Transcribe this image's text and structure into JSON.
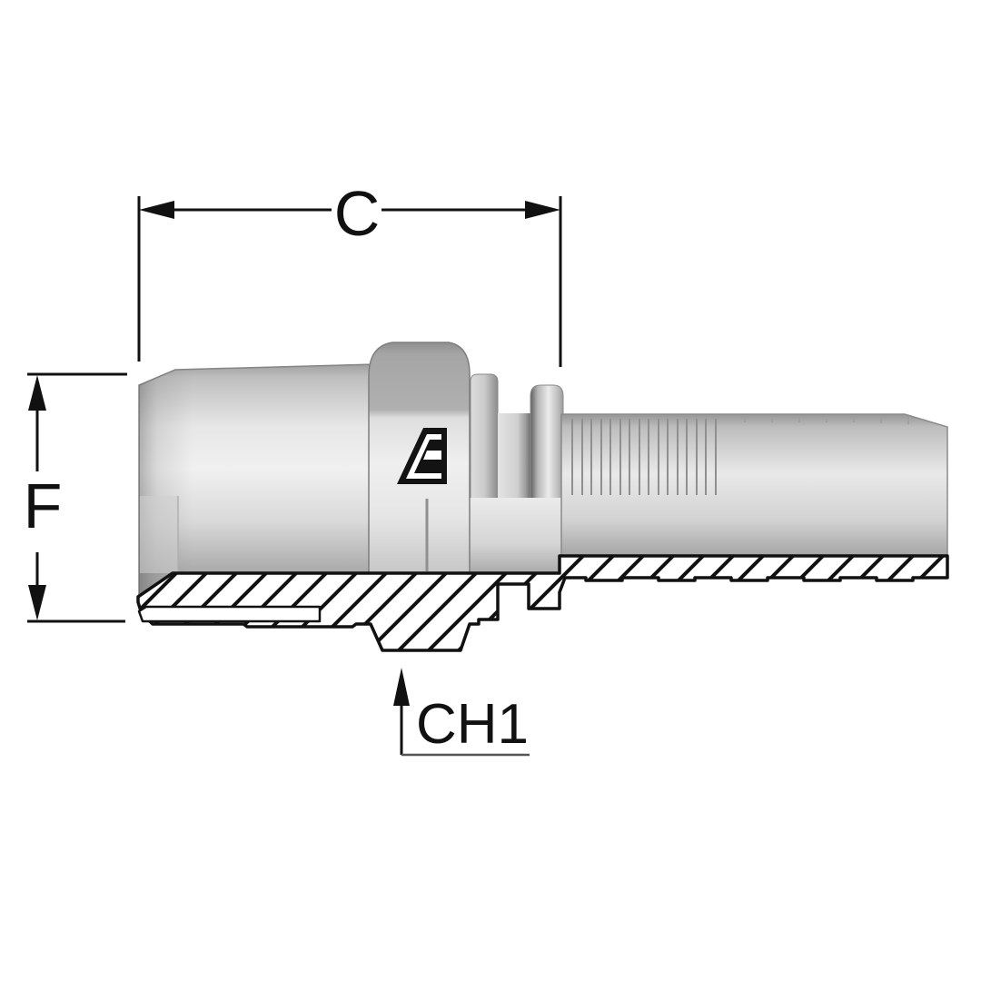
{
  "drawing": {
    "type": "technical-drawing",
    "subject": "hose-fitting-cross-section",
    "labels": {
      "dim_c": "C",
      "dim_f": "F",
      "dim_ch1": "CH1"
    },
    "logo_icon": "manufacturer-a-logo",
    "colors": {
      "background": "#ffffff",
      "outline": "#1a1a1a",
      "dimension_line": "#000000",
      "body_light": "#f0f0f0",
      "body_mid": "#c8c8c8",
      "body_dark": "#969696",
      "hatch_line": "#111111"
    }
  }
}
